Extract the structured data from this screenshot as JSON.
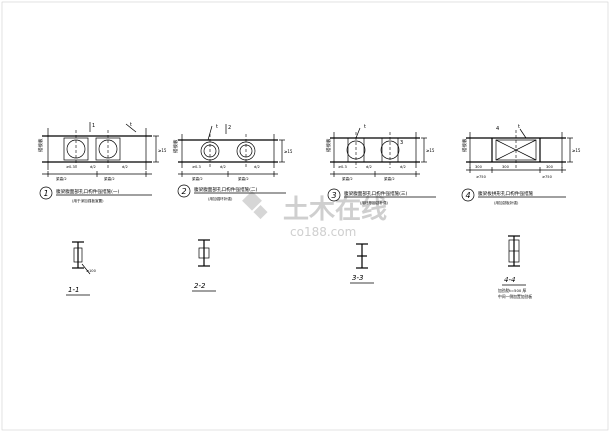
{
  "watermark": {
    "brand": "土木在线",
    "site": "co188.com"
  },
  "details": [
    {
      "number": "1",
      "title": "腹梁腹面部孔口构件强措施(一)",
      "note": "(用于深加强板宣置)",
      "left_label": "搭接板",
      "top_mark": "1",
      "dim_left": "≥0.3",
      "dim_bottom_left": "梁高/2",
      "dim_bottom_right": "梁高/2",
      "weld_mark": "t",
      "hole_note_1": "d/2",
      "hole_note_2": "d/2",
      "right_note": "≥15"
    },
    {
      "number": "2",
      "title": "腹梁腹面部孔口构件强措施(二)",
      "note": "(用加强环补强)",
      "left_label": "搭接板",
      "top_mark": "2",
      "dim_left": "≥0.3",
      "dim_bottom_left": "梁高/2",
      "dim_bottom_right": "梁高/2",
      "weld_mark": "t",
      "hole_note_1": "d/2",
      "hole_note_2": "d/2",
      "right_note": "≥15"
    },
    {
      "number": "3",
      "title": "腹梁腹面部孔口构件强措施(三)",
      "note": "(用环形加劲补强)",
      "left_label": "搭接板",
      "top_mark": "3",
      "dim_left": "≥0.3",
      "dim_bottom_left": "梁高/2",
      "dim_bottom_right": "梁高/2",
      "weld_mark": "t",
      "hole_note_1": "d/2",
      "hole_note_2": "d/2",
      "right_note": "≥15"
    },
    {
      "number": "4",
      "title": "腹梁板拼形孔口构件强措施",
      "note": "(用加劲板补强)",
      "left_label": "搭接板",
      "top_mark": "4",
      "dim_left": "300",
      "dim_bottom_left": "300",
      "dim_bottom_right": "300",
      "weld_mark": "t",
      "hole_note_1": "≥750",
      "hole_note_2": "≥750",
      "right_note": "≥15"
    }
  ],
  "sections": [
    {
      "label": "1-1",
      "note": "≥100"
    },
    {
      "label": "2-2",
      "note": ""
    },
    {
      "label": "3-3",
      "note": ""
    },
    {
      "label": "4-4",
      "note": "加劲肋t=500 厚\n中间一侧加置加劲板"
    }
  ]
}
